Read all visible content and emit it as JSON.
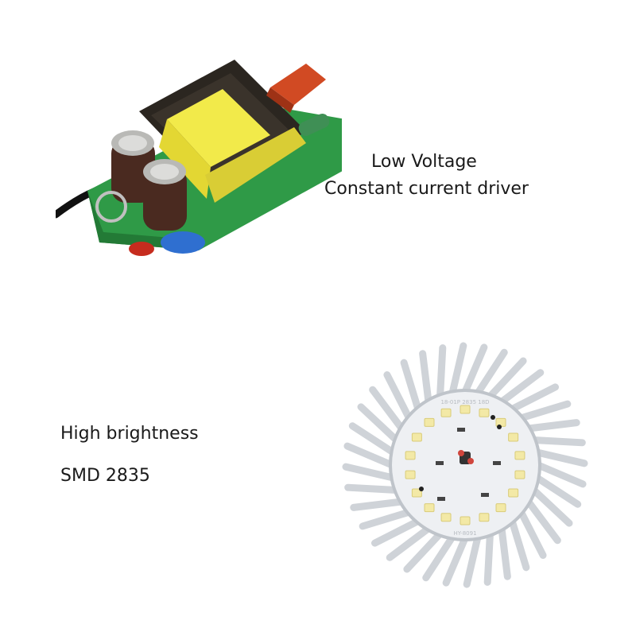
{
  "captions": {
    "driver_line1": "Low Voltage",
    "driver_line2": "Constant current driver",
    "led_line1": "High brightness",
    "led_line2": "SMD 2835"
  },
  "board_print": {
    "top_text": "18-01P 2835 18D",
    "bottom_text": "HY-8091"
  },
  "colors": {
    "pcb_green": "#2e9e4a",
    "transformer_yellow": "#f2ea4a",
    "ferrite_black": "#2b2620",
    "capacitor_brown": "#4a2a20",
    "capacitor_red": "#c4391d",
    "led_board_white": "#eef0f3",
    "heatsink_silver": "#cfd3d8",
    "led_yellow": "#f3e9a6"
  }
}
